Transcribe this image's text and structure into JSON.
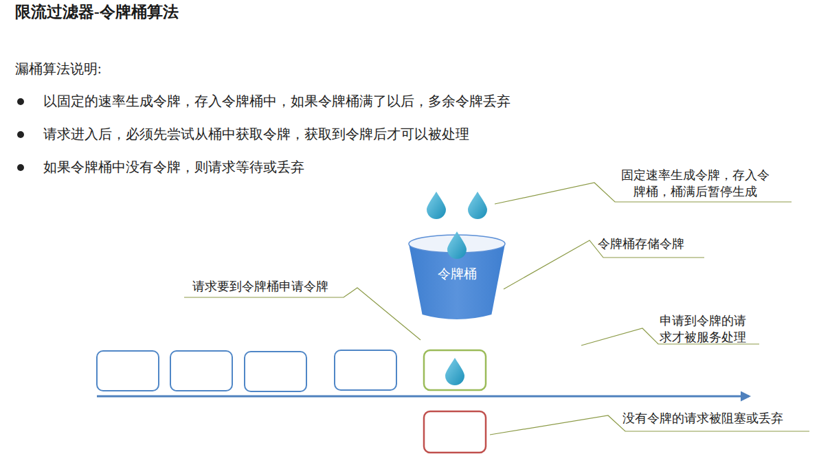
{
  "diagram": {
    "title": "限流过滤器-令牌桶算法",
    "nodes": [
      {
        "text": [
          "令牌桶"
        ]
      }
    ],
    "labels": [
      "漏桶算法说明:",
      "以固定的速率生成令牌，存入令牌桶中，如果令牌桶满了以后，多余令牌丢弃",
      "请求进入后，必须先尝试从桶中获取令牌，获取到令牌后才可以被处理",
      "如果令牌桶中没有令牌，则请求等待或丢弃",
      "固定速率生成令牌，存入令牌桶，桶满后暂停生成",
      "令牌桶存储令牌",
      "请求要到令牌桶申请令牌",
      "申请到令牌的请求才被服务处理",
      "没有令牌的请求被阻塞或丢弃"
    ]
  }
}
